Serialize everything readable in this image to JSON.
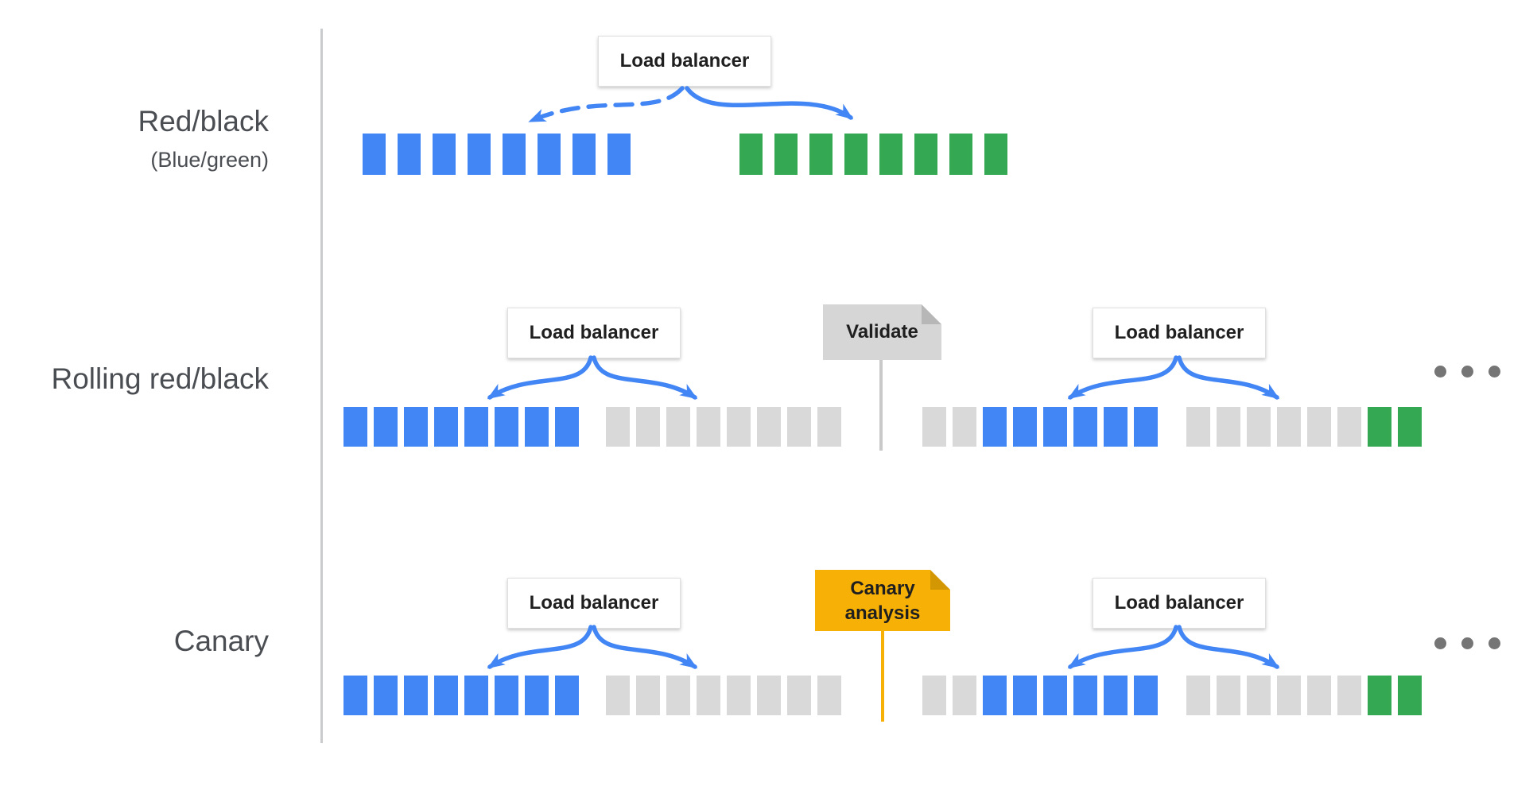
{
  "diagram": {
    "rows": [
      {
        "label": "Red/black",
        "sublabel": "(Blue/green)"
      },
      {
        "label": "Rolling red/black"
      },
      {
        "label": "Canary"
      }
    ],
    "load_balancer_label": "Load balancer",
    "validate_label": "Validate",
    "canary_analysis_label": "Canary analysis"
  },
  "ellipsis_dot_count": 3,
  "server_groups": {
    "redblack_old": [
      "blue",
      "blue",
      "blue",
      "blue",
      "blue",
      "blue",
      "blue",
      "blue"
    ],
    "redblack_new": [
      "green",
      "green",
      "green",
      "green",
      "green",
      "green",
      "green",
      "green"
    ],
    "rolling_active": [
      "blue",
      "blue",
      "blue",
      "blue",
      "blue",
      "blue",
      "blue",
      "blue"
    ],
    "rolling_draining": [
      "gray",
      "gray",
      "gray",
      "gray",
      "gray",
      "gray",
      "gray",
      "gray"
    ],
    "rolling_transition": [
      "gray",
      "gray",
      "blue",
      "blue",
      "blue",
      "blue",
      "blue",
      "blue"
    ],
    "rolling_new": [
      "gray",
      "gray",
      "gray",
      "gray",
      "gray",
      "gray",
      "green",
      "green"
    ],
    "canary_active": [
      "blue",
      "blue",
      "blue",
      "blue",
      "blue",
      "blue",
      "blue",
      "blue"
    ],
    "canary_draining": [
      "gray",
      "gray",
      "gray",
      "gray",
      "gray",
      "gray",
      "gray",
      "gray"
    ],
    "canary_transition": [
      "gray",
      "gray",
      "blue",
      "blue",
      "blue",
      "blue",
      "blue",
      "blue"
    ],
    "canary_new": [
      "gray",
      "gray",
      "gray",
      "gray",
      "gray",
      "gray",
      "green",
      "green"
    ]
  },
  "colors": {
    "blue": "#4285F4",
    "green": "#34A853",
    "gray": "#D9D9D9",
    "gold": "#F7B005",
    "tag_gray": "#D6D6D6",
    "pointer_gray": "#C9C9C9",
    "arrow_blue": "#4285F4",
    "dot_gray": "#757575",
    "label_gray": "#4A4D52",
    "divider": "#C9CBCC",
    "box_border": "#E0E0E0",
    "text_dark": "#1F1F1F"
  }
}
